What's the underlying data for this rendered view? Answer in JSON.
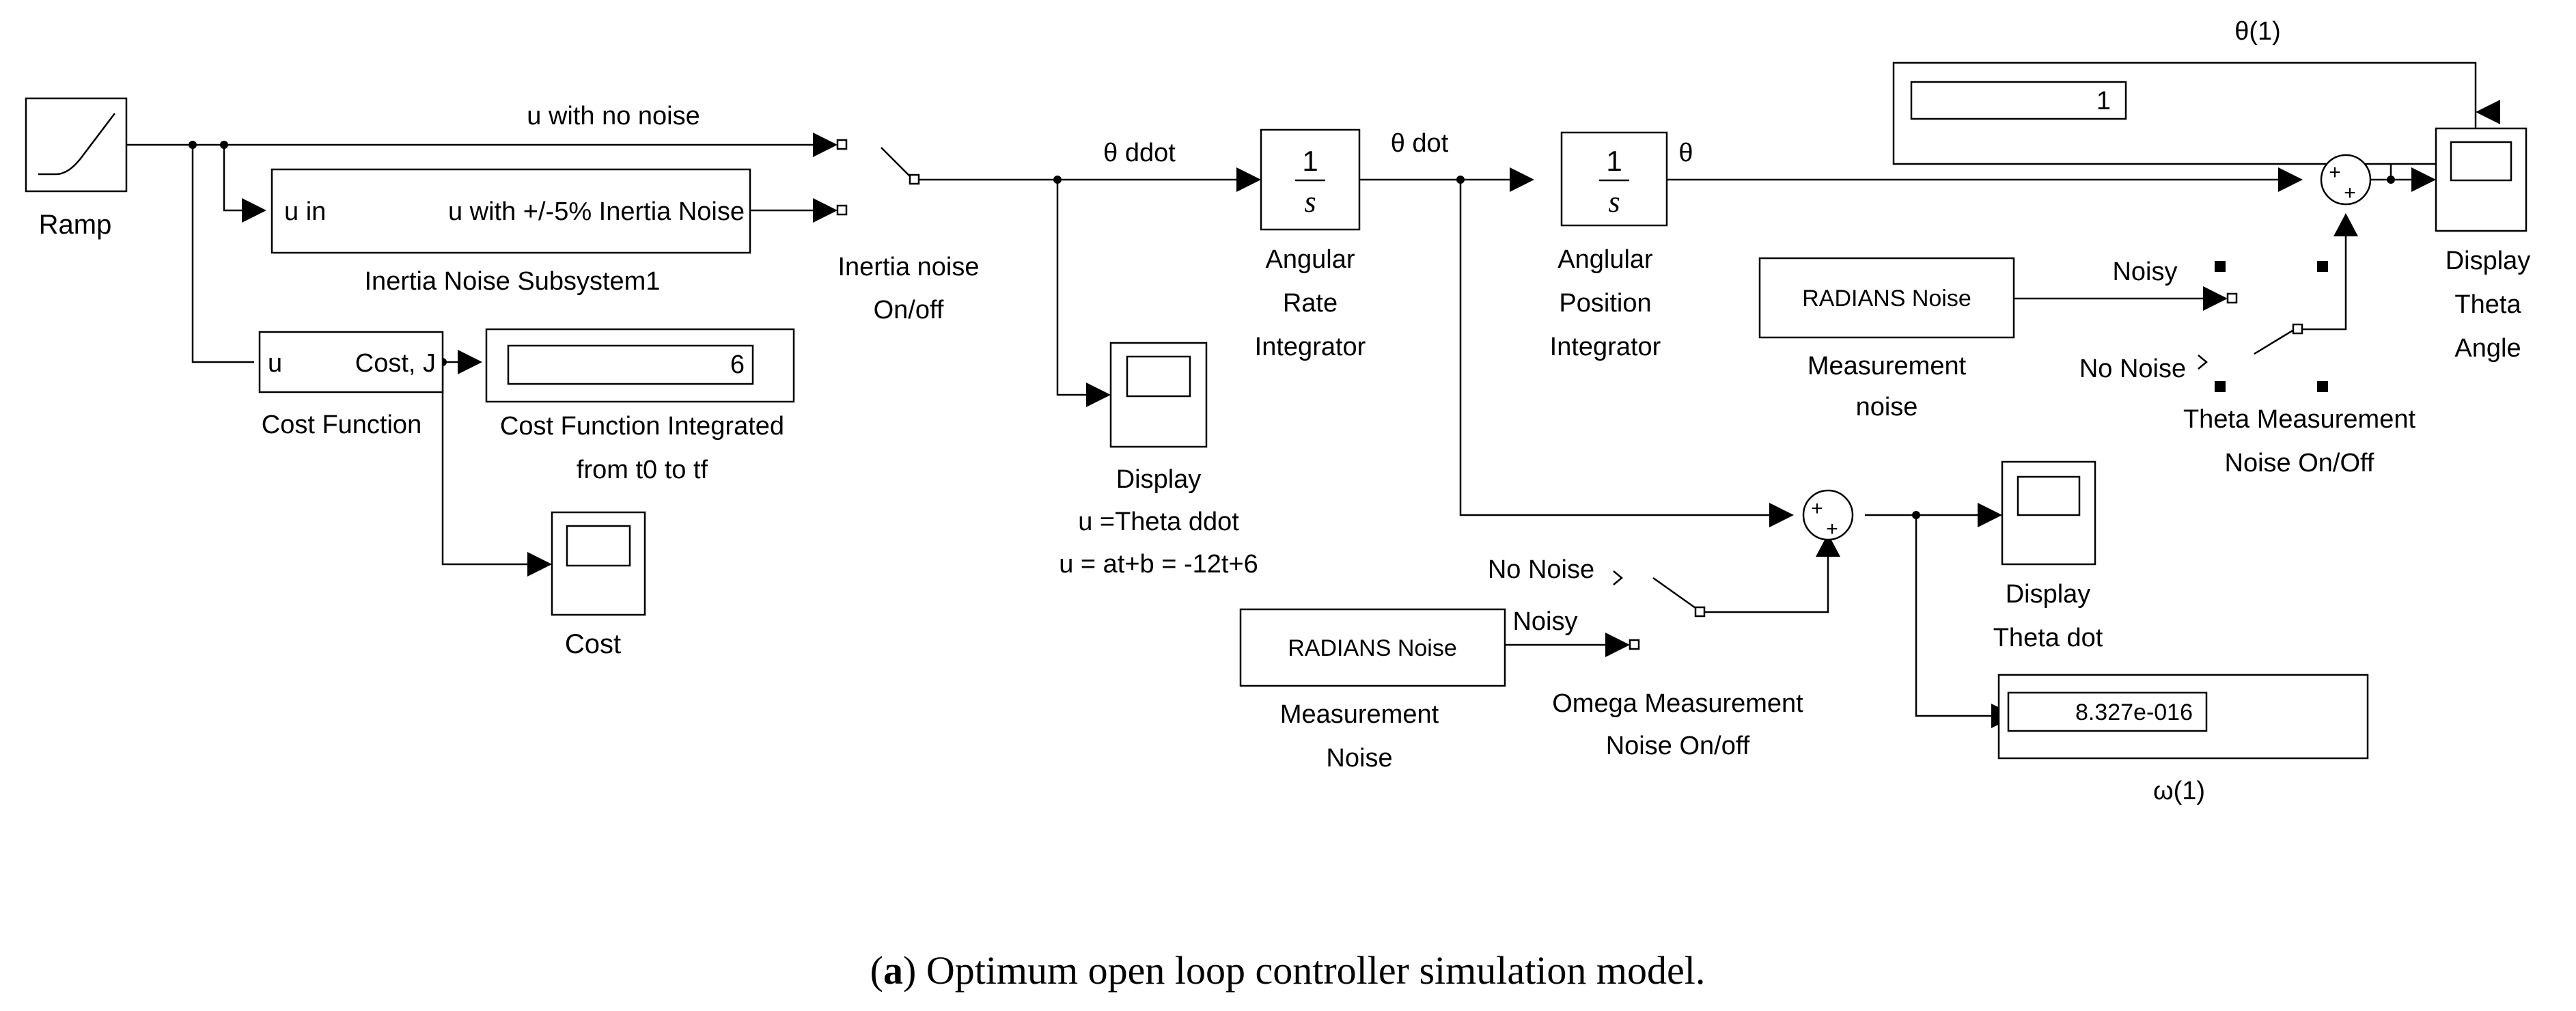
{
  "blocks": {
    "ramp": "Ramp",
    "inertia_noise": {
      "in_port": "u in",
      "out_port": "u with +/-5% Inertia Noise",
      "name": "Inertia Noise Subsystem1"
    },
    "u_no_noise": "u with no noise",
    "inertia_switch": [
      "Inertia noise",
      "On/off"
    ],
    "cost_function": {
      "in_port": "u",
      "out_port": "Cost, J",
      "name": "Cost Function"
    },
    "cost_integrated": {
      "value": "6",
      "label": [
        "Cost Function Integrated",
        "from t0 to tf"
      ]
    },
    "cost_scope": "Cost",
    "theta_ddot_signal": "θ  ddot",
    "display_ddot": [
      "Display",
      "u =Theta ddot",
      "u = at+b = -12t+6"
    ],
    "rate_integrator": {
      "num": "1",
      "den": "s",
      "label": [
        "Angular",
        "Rate",
        "Integrator"
      ]
    },
    "theta_dot_signal": "θ dot",
    "pos_integrator": {
      "num": "1",
      "den": "s",
      "label": [
        "Anglular",
        "Position",
        "Integrator"
      ]
    },
    "theta_signal": "θ",
    "theta_readout": {
      "title": "θ(1)",
      "value": "1"
    },
    "theta_noise": {
      "name": "RADIANS Noise",
      "label": [
        "Measurement",
        "noise"
      ]
    },
    "noisy_top": "Noisy",
    "no_noise_top": "No Noise",
    "theta_switch": [
      "Theta Measurement",
      "Noise On/Off"
    ],
    "display_theta_angle": [
      "Display",
      "Theta",
      "Angle"
    ],
    "omega_noise": {
      "name": "RADIANS Noise",
      "label": [
        "Measurement",
        "Noise"
      ]
    },
    "no_noise_bottom": "No Noise",
    "noisy_bottom": "Noisy",
    "omega_switch": [
      "Omega Measurement",
      "Noise On/off"
    ],
    "display_theta_dot": [
      "Display",
      "Theta dot"
    ],
    "omega_readout": {
      "value": "8.327e-016",
      "label": "ω(1)"
    },
    "sum_sign": "+"
  },
  "caption": {
    "label": "a",
    "text": "Optimum open loop controller simulation model."
  }
}
